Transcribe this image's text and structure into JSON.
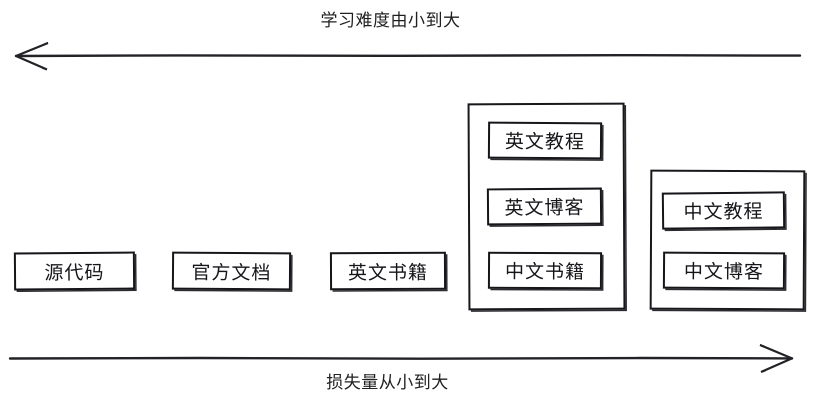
{
  "diagram": {
    "title_top": "学习难度由小到大",
    "title_bottom": "损失量从小到大",
    "top_axis": {
      "direction": "left",
      "icon": "arrow-left-icon"
    },
    "bottom_axis": {
      "direction": "right",
      "icon": "arrow-right-icon"
    },
    "stroke_color": "#16161a",
    "background_color": "#ffffff",
    "standalone_nodes": [
      {
        "label": "源代码"
      },
      {
        "label": "官方文档"
      },
      {
        "label": "英文书籍"
      }
    ],
    "groups": [
      {
        "name": "group-english-materials",
        "items": [
          {
            "label": "英文教程"
          },
          {
            "label": "英文博客"
          },
          {
            "label": "中文书籍"
          }
        ]
      },
      {
        "name": "group-chinese-materials",
        "items": [
          {
            "label": "中文教程"
          },
          {
            "label": "中文博客"
          }
        ]
      }
    ]
  }
}
